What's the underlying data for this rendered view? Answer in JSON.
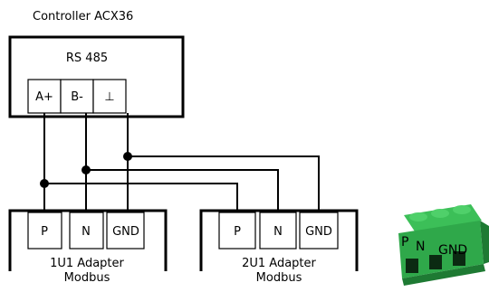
{
  "controller": {
    "title": "Controller ACX36",
    "bus_label": "RS 485",
    "terminals": [
      "A+",
      "B-",
      "⊥"
    ]
  },
  "adapters": [
    {
      "terminals": [
        "P",
        "N",
        "GND"
      ],
      "name_line1": "1U1 Adapter",
      "name_line2": "Modbus"
    },
    {
      "terminals": [
        "P",
        "N",
        "GND"
      ],
      "name_line1": "2U1 Adapter",
      "name_line2": "Modbus"
    }
  ],
  "connector": {
    "labels": [
      "P",
      "N",
      "GND"
    ],
    "body_color": "#2fa84a",
    "shade_color": "#1e7a33",
    "hole_color": "#0b2a12"
  }
}
